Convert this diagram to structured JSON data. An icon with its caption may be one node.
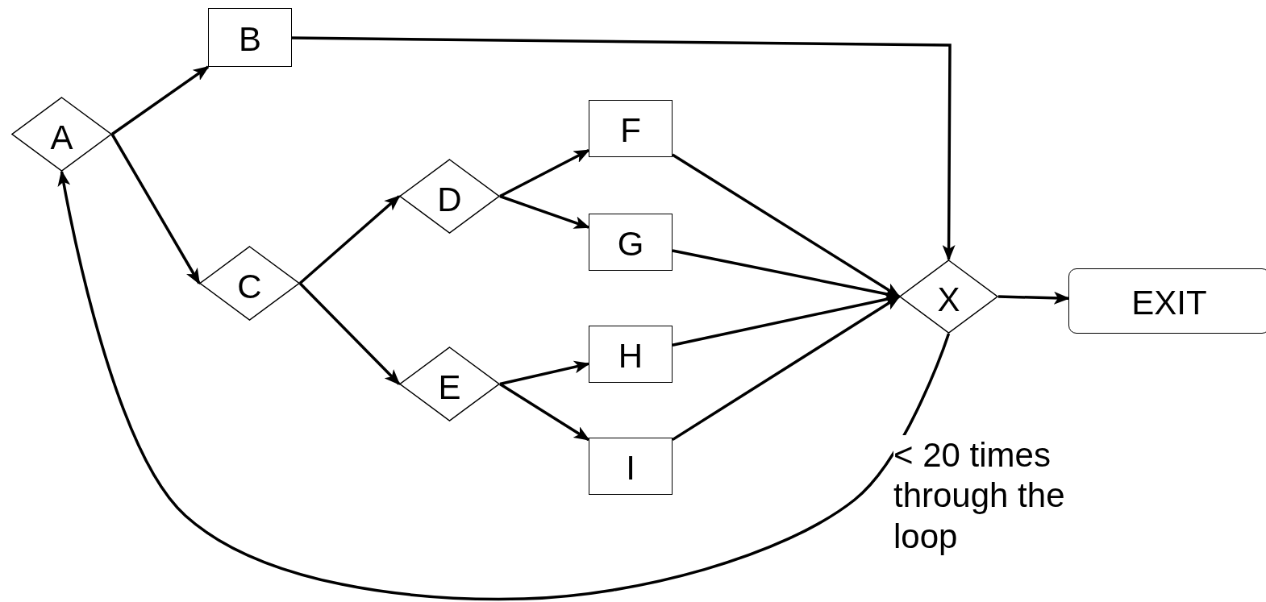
{
  "diagram": {
    "nodes": [
      {
        "text": [
          "A"
        ]
      },
      {
        "text": [
          "B"
        ]
      },
      {
        "text": [
          "C"
        ]
      },
      {
        "text": [
          "D"
        ]
      },
      {
        "text": [
          "E"
        ]
      },
      {
        "text": [
          "F"
        ]
      },
      {
        "text": [
          "G"
        ]
      },
      {
        "text": [
          "H"
        ]
      },
      {
        "text": [
          "I"
        ]
      },
      {
        "text": [
          "X"
        ]
      },
      {
        "text": [
          "EXIT"
        ]
      }
    ],
    "edges": [
      {
        "from": 0,
        "to": 1,
        "arrow": "to"
      },
      {
        "from": 0,
        "to": 2,
        "arrow": "to"
      },
      {
        "from": 1,
        "to": 9,
        "arrow": "to"
      },
      {
        "from": 2,
        "to": 3,
        "arrow": "to"
      },
      {
        "from": 2,
        "to": 4,
        "arrow": "to"
      },
      {
        "from": 3,
        "to": 5,
        "arrow": "to"
      },
      {
        "from": 3,
        "to": 6,
        "arrow": "to"
      },
      {
        "from": 4,
        "to": 7,
        "arrow": "to"
      },
      {
        "from": 4,
        "to": 8,
        "arrow": "to"
      },
      {
        "from": 5,
        "to": 9,
        "arrow": "to"
      },
      {
        "from": 6,
        "to": 9,
        "arrow": "to"
      },
      {
        "from": 7,
        "to": 9,
        "arrow": "to"
      },
      {
        "from": 8,
        "to": 9,
        "arrow": "to"
      },
      {
        "from": 9,
        "to": 10,
        "arrow": "to"
      },
      {
        "from": 9,
        "to": 0,
        "arrow": "to",
        "label": "< 20 times through the loop"
      }
    ]
  }
}
